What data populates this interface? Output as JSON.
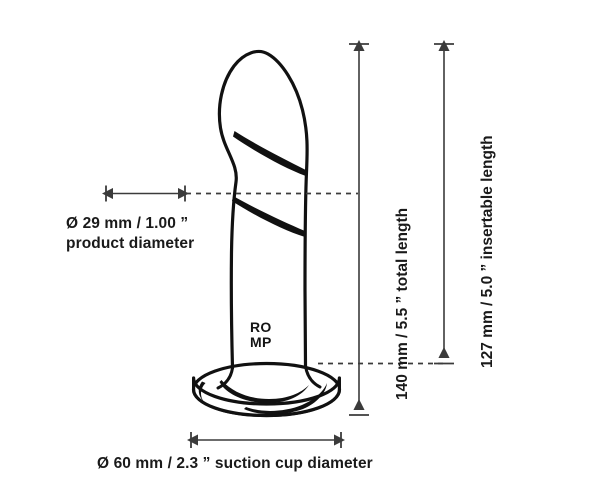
{
  "diagram": {
    "title": "Product dimension diagram",
    "background_color": "#ffffff",
    "line_color": "#111111",
    "dimension_color": "#444444",
    "text_color": "#1a1a1a"
  },
  "product": {
    "brand_line_1": "RO",
    "brand_line_2": "MP"
  },
  "measurements": {
    "product_diameter": {
      "value_line_1": "Ø 29 mm / 1.00 ”",
      "value_line_2": "product diameter",
      "mm": 29,
      "inches": "1.00"
    },
    "suction_cup_diameter": {
      "text": "Ø 60 mm / 2.3 ” suction cup diameter",
      "mm": 60,
      "inches": "2.3"
    },
    "total_length": {
      "text": "140 mm / 5.5 ” total length",
      "mm": 140,
      "inches": "5.5"
    },
    "insertable_length": {
      "text": "127 mm / 5.0 ” insertable length",
      "mm": 127,
      "inches": "5.0"
    }
  }
}
